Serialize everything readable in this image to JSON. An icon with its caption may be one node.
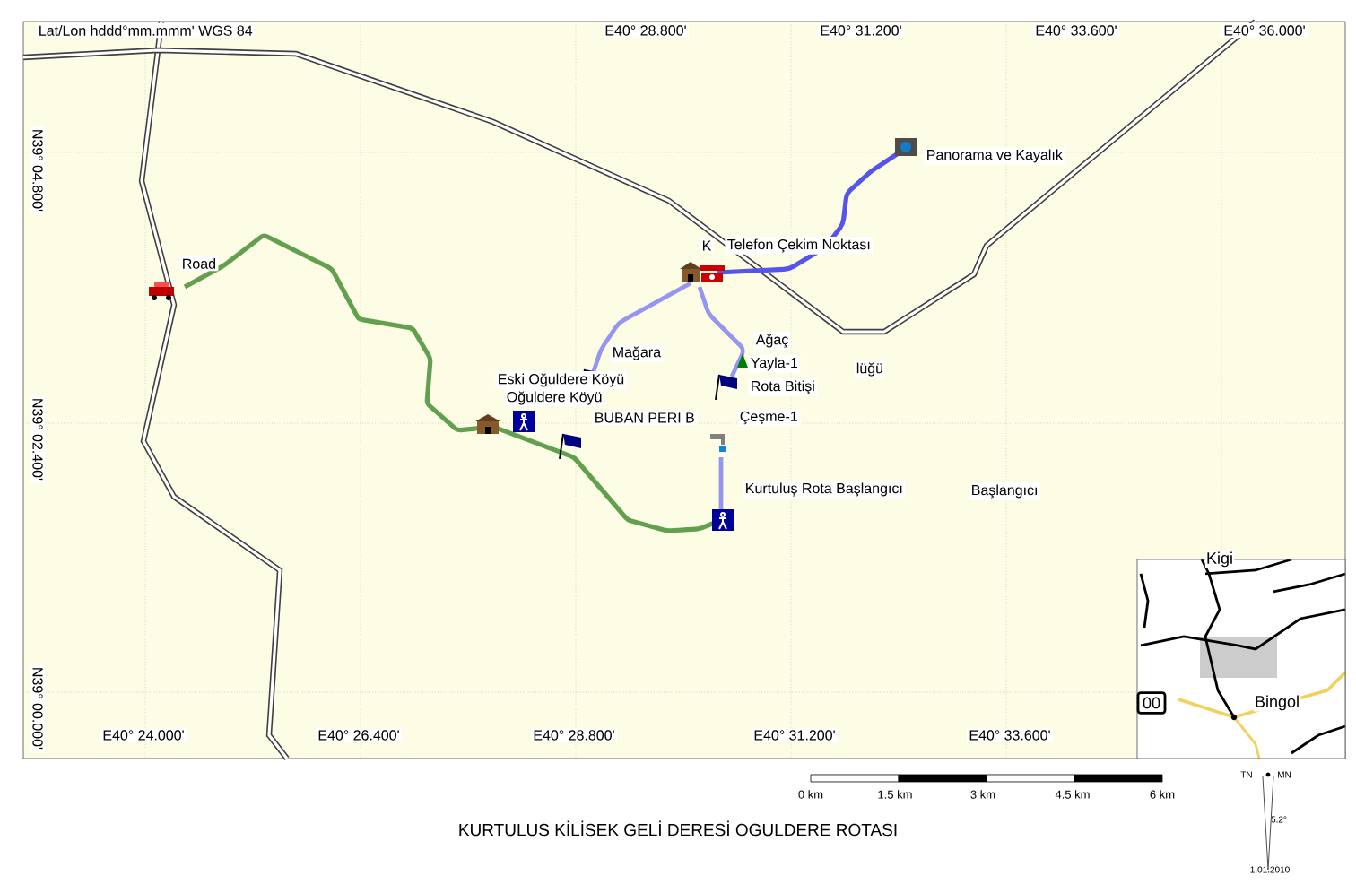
{
  "diagram": {
    "title": "KURTULUS KİLİSEK GELİ DERESİ OGULDERE ROTASI",
    "labels": [
      "Lat/Lon hddd°mm.mmm' WGS 84",
      "E40° 28.800'",
      "E40° 31.200'",
      "E40° 33.600'",
      "E40° 36.000'",
      "Panorama ve Kayalık",
      "N39° 04.800'",
      "Road",
      "K",
      "Telefon Çekim Noktası",
      "Ağaç",
      "Mağara",
      "Yayla-1",
      "lüğü",
      "Eski Oğuldere Köyü",
      "Rota Bitişi",
      "Oğuldere Köyü",
      "N39° 02.400'",
      "BUBAN PERI B",
      "Çeşme-1",
      "Kurtuluş Rota Başlangıcı",
      "Başlangıcı",
      "Kigi",
      "00",
      "Bingol",
      "N39° 00.000'",
      "E40° 24.000'",
      "E40° 26.400'",
      "E40° 28.800'",
      "E40° 31.200'",
      "E40° 33.600'",
      "0 km",
      "1.5 km",
      "3 km",
      "4.5 km",
      "6 km",
      "TN",
      "MN",
      "5.2°",
      "1.01.2010"
    ]
  }
}
